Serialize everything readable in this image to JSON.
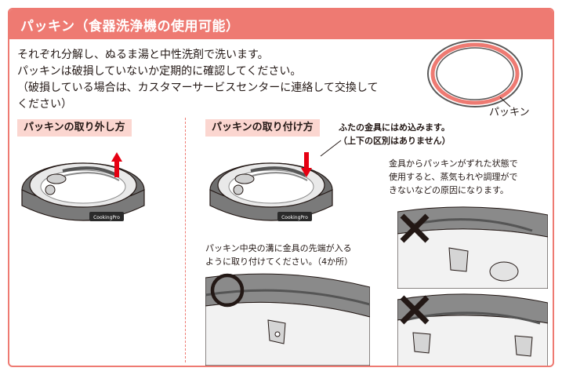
{
  "header": {
    "title": "パッキン（食器洗浄機の使用可能）"
  },
  "intro": {
    "lines": [
      "それぞれ分解し、ぬるま湯と中性洗剤で洗います。",
      "パッキンは破損していないか定期的に確認してください。",
      "（破損している場合は、カスタマーサービスセンターに連絡して交換して",
      "ください）"
    ]
  },
  "gasket_label": "パッキン",
  "removal": {
    "title": "パッキンの取り外し方",
    "brand_text": "CookingPro"
  },
  "attach": {
    "title": "パッキンの取り付け方",
    "note_top": [
      "ふたの金具にはめ込みます。",
      "（上下の区別はありません）"
    ],
    "note_center": [
      "パッキン中央の溝に金具の先端が入る",
      "ように取り付けてください。（4か所）"
    ],
    "note_wrong": [
      "金具からパッキンがずれた状態で",
      "使用すると、蒸気もれや調理がで",
      "きないなどの原因になります。"
    ],
    "brand_text": "CookingPro"
  },
  "colors": {
    "accent": "#ee7a72",
    "label_bg": "#fbd6d0",
    "arrow": "#e60012"
  },
  "icons": [
    "arrow-up-icon",
    "arrow-down-icon",
    "circle-marker-icon",
    "x-mark-icon"
  ]
}
